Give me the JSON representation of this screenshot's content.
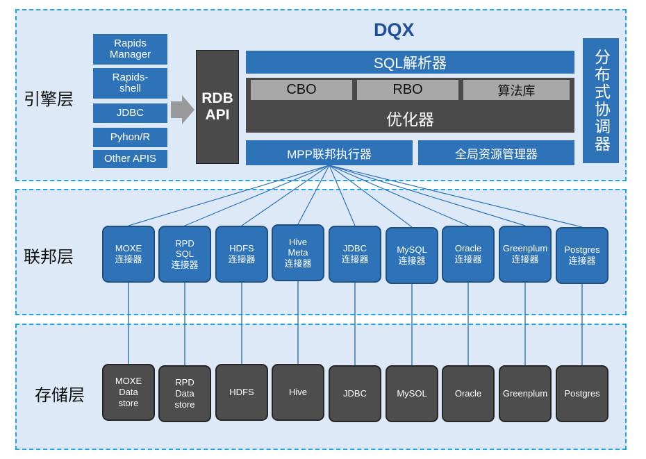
{
  "title": "DQX",
  "layers": {
    "engine": "引擎层",
    "federation": "联邦层",
    "storage": "存储层"
  },
  "apis": [
    "Rapids\nManager",
    "Rapids-\nshell",
    "JDBC",
    "Pyhon/R",
    "Other APIS"
  ],
  "rdb_api": "RDB\nAPI",
  "sql_parser": "SQL解析器",
  "optimizer": {
    "label": "优化器",
    "parts": [
      "CBO",
      "RBO",
      "算法库"
    ]
  },
  "mpp_executor": "MPP联邦执行器",
  "resource_manager": "全局资源管理器",
  "coordinator": "分布式协调器",
  "connectors": [
    "MOXE\n连接器",
    "RPD\nSQL\n连接器",
    "HDFS\n连接器",
    "Hive\nMeta\n连接器",
    "JDBC\n连接器",
    "MySQL\n连接器",
    "Oracle\n连接器",
    "Greenplum\n连接器",
    "Postgres\n连接器"
  ],
  "stores": [
    "MOXE\nData\nstore",
    "RPD\nData\nstore",
    "HDFS",
    "Hive",
    "JDBC",
    "MySOL",
    "Oracle",
    "Greenplum",
    "Postgres"
  ],
  "colors": {
    "layer_bg": "#dde9f7",
    "layer_border": "#1fa3e0",
    "blue": "#2e73b8",
    "dark": "#4a4a4a",
    "grey": "#a8a8a8"
  }
}
